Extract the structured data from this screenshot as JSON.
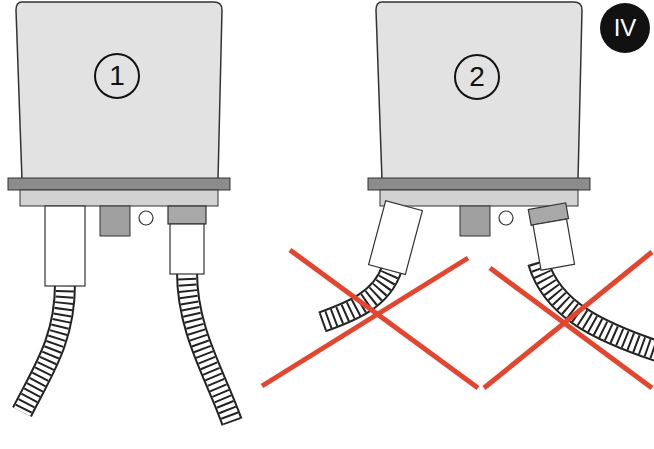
{
  "diagram": {
    "nodes": [
      {
        "text": [
          "1"
        ]
      },
      {
        "text": [
          "2"
        ]
      },
      {
        "text": [
          "IV"
        ]
      }
    ]
  }
}
